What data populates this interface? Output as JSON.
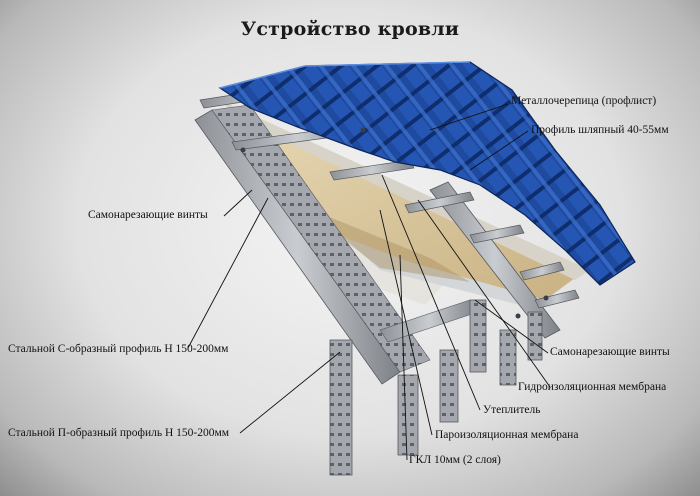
{
  "title": "Устройство кровли",
  "labels": {
    "metal_tile": "Металлочерепица (профлист)",
    "hat_profile": "Профиль шляпный 40-55мм",
    "screws_left": "Самонарезающие винты",
    "c_profile": "Стальной С-образный профиль Н 150-200мм",
    "p_profile": "Стальной П-образный профиль Н 150-200мм",
    "screws_right": "Самонарезающие винты",
    "waterproof": "Гидроизоляционная мембрана",
    "insulation": "Утеплитель",
    "vapor_barrier": "Пароизоляционная мембрана",
    "gkl": "ГКЛ 10мм (2 слоя)"
  },
  "colors": {
    "roof_blue": "#1f4fa8",
    "roof_dark": "#0f2e6e",
    "steel": "#a9adb3",
    "insulation": "#d9c7a2",
    "background": "#e6e6e6"
  }
}
